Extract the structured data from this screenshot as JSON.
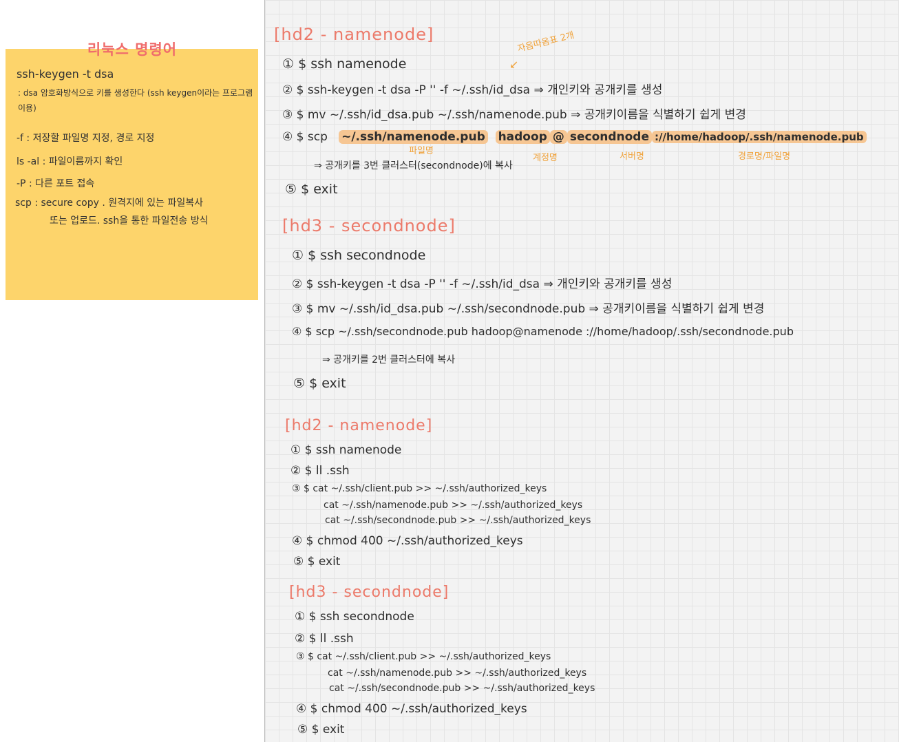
{
  "sticky": {
    "title": "리눅스 명령어",
    "items": [
      {
        "cmd": "ssh-keygen  -t  dsa",
        "desc": ": dsa 암호화방식으로 키를 생성한다 (ssh keygen이라는 프로그램 이용)"
      },
      {
        "cmd": "-f : 저장할 파일명 지정, 경로 지정"
      },
      {
        "cmd": "ls -al : 파일이름까지 확인"
      },
      {
        "cmd": "-P : 다른 포트 접속"
      },
      {
        "cmd": "scp : secure copy . 원격지에 있는 파일복사",
        "desc": "또는 업로드. ssh을 통한 파일전송 방식"
      }
    ]
  },
  "sections": [
    {
      "header": "[hd2 - namenode]",
      "lines": [
        "① $ ssh  namenode",
        "② $ ssh-keygen  -t  dsa  -P  ''  -f   ~/.ssh/id_dsa  ⇒ 개인키와 공개키를 생성",
        "③ $ mv  ~/.ssh/id_dsa.pub   ~/.ssh/namenode.pub  ⇒ 공개키이름을  식별하기 쉽게 변경",
        "④ $ scp",
        "⇒ 공개키를 3번 클러스터(secondnode)에 복사",
        "⑤ $ exit"
      ],
      "scp": {
        "file": "~/.ssh/namenode.pub",
        "user": "hadoop",
        "at": "@",
        "host": "secondnode",
        "path": "://home/hadoop/.ssh/namenode.pub"
      },
      "annotations": {
        "empty_pw": "자음따옴표 2개",
        "file": "파일명",
        "user": "계정명",
        "host": "서버명",
        "path": "경로명/파일명"
      }
    },
    {
      "header": "[hd3 - secondnode]",
      "lines": [
        "① $ ssh  secondnode",
        "② $ ssh-keygen  -t  dsa  -P  ''  -f   ~/.ssh/id_dsa  ⇒ 개인키와 공개키를 생성",
        "③ $ mv  ~/.ssh/id_dsa.pub   ~/.ssh/secondnode.pub  ⇒ 공개키이름을  식별하기 쉽게 변경",
        "④ $ scp  ~/.ssh/secondnode.pub   hadoop@namenode  ://home/hadoop/.ssh/secondnode.pub",
        "⇒ 공개키를 2번 클러스터에 복사",
        "⑤ $ exit"
      ]
    },
    {
      "header": "[hd2 - namenode]",
      "lines": [
        "① $ ssh  namenode",
        "② $ ll  .ssh",
        "③ $ cat  ~/.ssh/client.pub >> ~/.ssh/authorized_keys",
        "cat  ~/.ssh/namenode.pub >> ~/.ssh/authorized_keys",
        "cat  ~/.ssh/secondnode.pub >> ~/.ssh/authorized_keys",
        "④ $ chmod 400  ~/.ssh/authorized_keys",
        "⑤ $ exit"
      ]
    },
    {
      "header": "[hd3 - secondnode]",
      "lines": [
        "① $ ssh  secondnode",
        "② $ ll  .ssh",
        "③ $ cat  ~/.ssh/client.pub >> ~/.ssh/authorized_keys",
        "cat  ~/.ssh/namenode.pub >> ~/.ssh/authorized_keys",
        "cat  ~/.ssh/secondnode.pub >> ~/.ssh/authorized_keys",
        "④ $ chmod 400  ~/.ssh/authorized_keys",
        "⑤ $ exit"
      ]
    }
  ],
  "colors": {
    "sticky": "#fdd46b",
    "header": "#ec7a6a",
    "annotation": "#f0a23a",
    "highlight": "#f6c693"
  }
}
